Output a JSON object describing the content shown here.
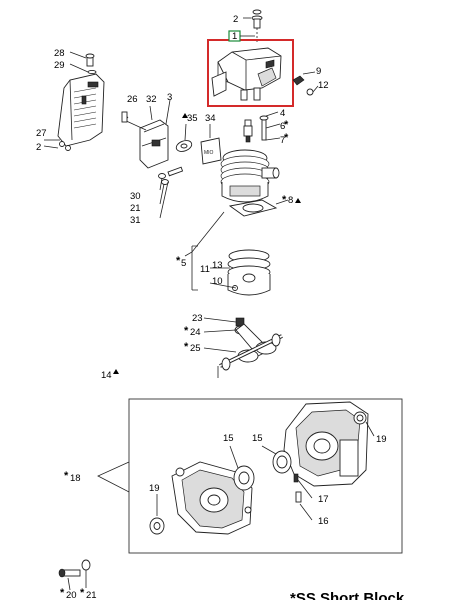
{
  "callouts": {
    "c1": "1",
    "c2a": "2",
    "c2b": "2",
    "c3": "3",
    "c4": "4",
    "c5": "5",
    "c6": "6",
    "c7": "7",
    "c8": "8",
    "c9": "9",
    "c10": "10",
    "c11": "11",
    "c12": "12",
    "c13": "13",
    "c14": "14",
    "c15a": "15",
    "c15b": "15",
    "c16": "16",
    "c17": "17",
    "c18": "18",
    "c19a": "19",
    "c19b": "19",
    "c20": "20",
    "c21a": "21",
    "c21b": "21",
    "c23": "23",
    "c24": "24",
    "c25": "25",
    "c26": "26",
    "c27": "27",
    "c28": "28",
    "c29": "29",
    "c30": "30",
    "c31": "31",
    "c32": "32",
    "c34": "34",
    "c35": "35"
  },
  "footer": {
    "note": "*SS Short Block"
  },
  "colors": {
    "highlight": "#d42a2a",
    "callout_box": "#1b8a3a",
    "ink": "#222222"
  }
}
